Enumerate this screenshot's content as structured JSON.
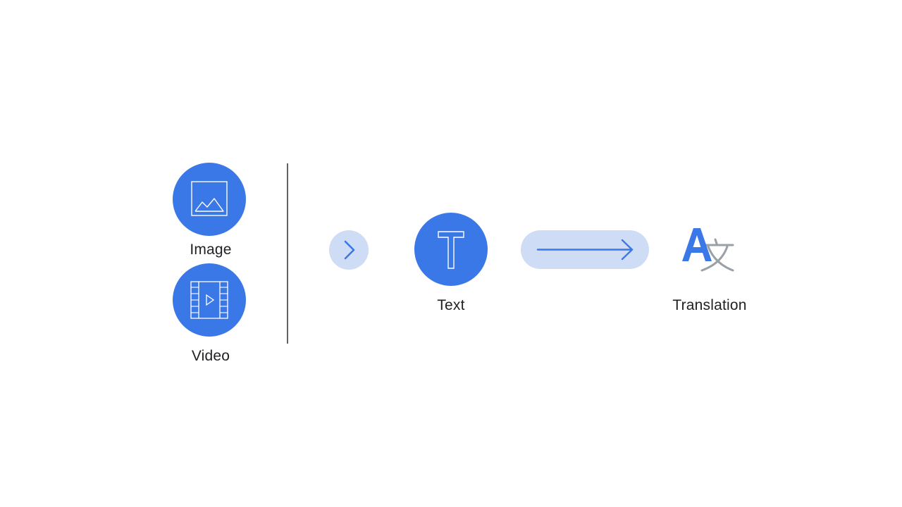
{
  "inputs": [
    {
      "label": "Image",
      "icon": "image-icon"
    },
    {
      "label": "Video",
      "icon": "video-icon"
    }
  ],
  "middle": {
    "label": "Text",
    "icon": "text-icon"
  },
  "output": {
    "label": "Translation",
    "icon": "translate-icon"
  },
  "connectors": {
    "chevron": "chevron-right-icon",
    "arrow": "arrow-right-icon"
  },
  "colors": {
    "accent": "#3b78e7",
    "pill": "#cfdcf5",
    "text": "#202124",
    "divider": "#5f6368"
  }
}
